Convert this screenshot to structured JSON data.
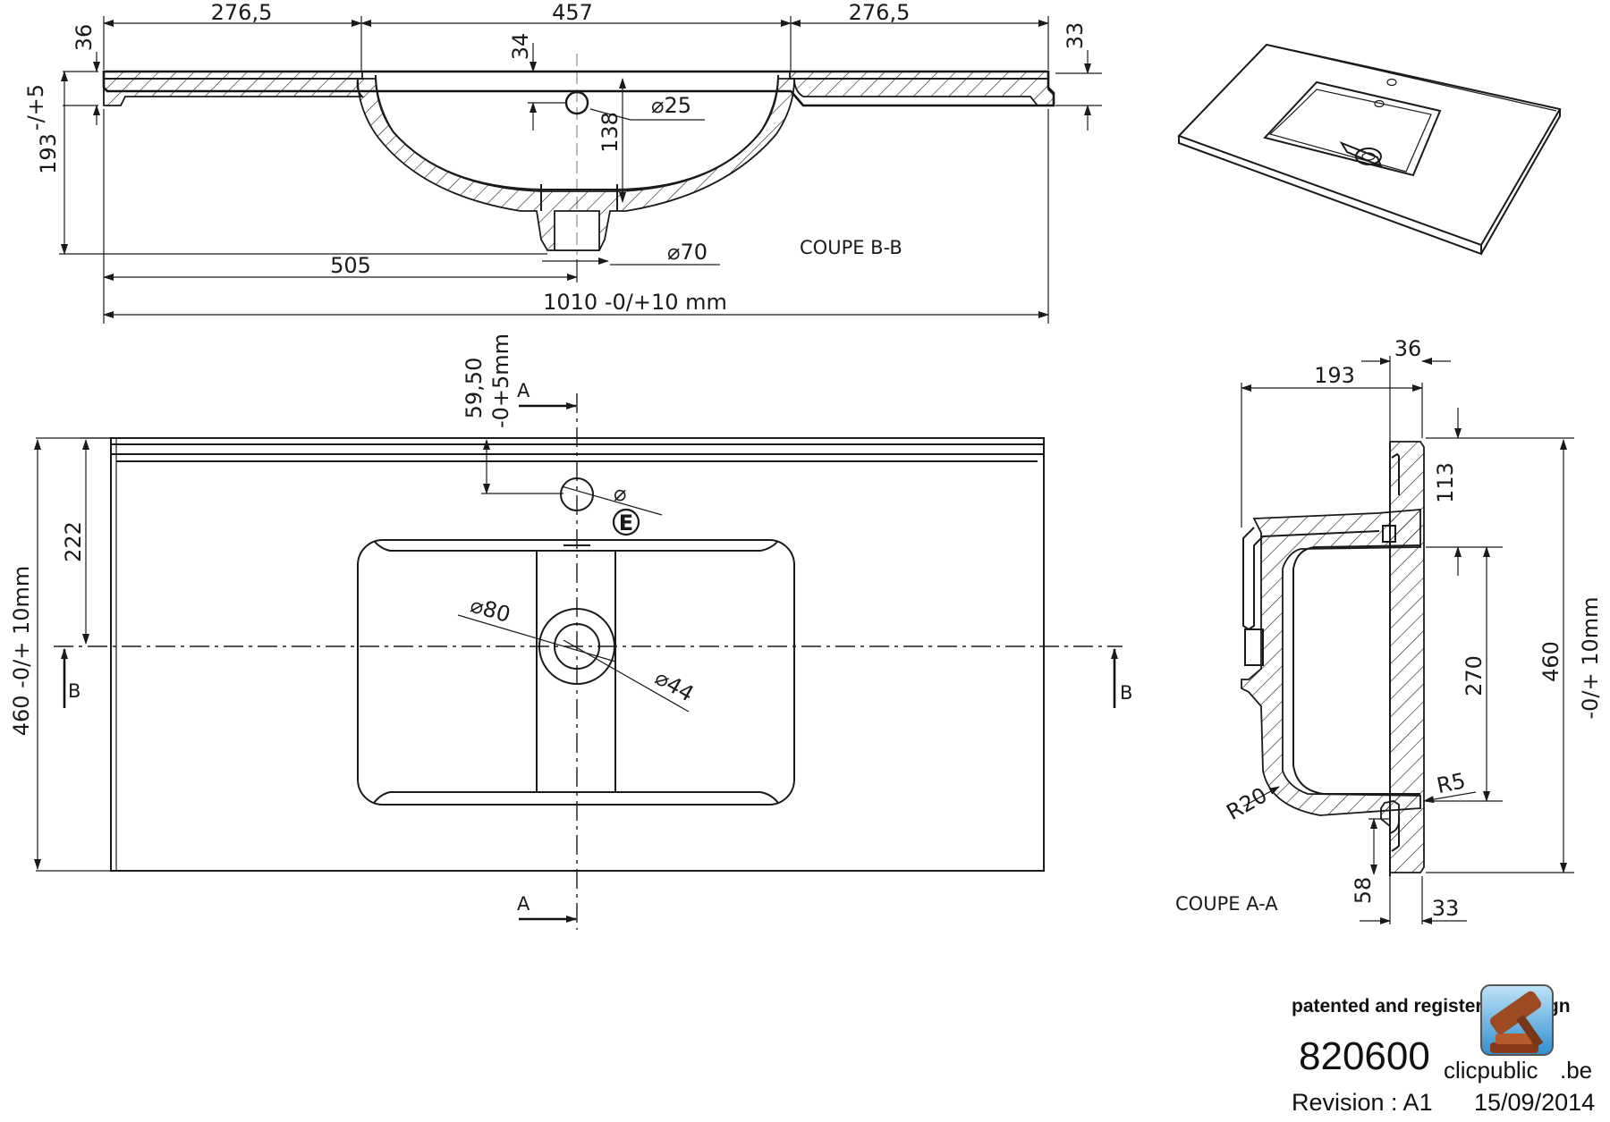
{
  "section_bb": {
    "title": "COUPE B-B",
    "dim_left_top": "276,5",
    "dim_mid_top": "457",
    "dim_right_top": "276,5",
    "dim_left_36": "36",
    "dim_right_33": "33",
    "dim_tol_height": "-/+5",
    "dim_height_193": "193",
    "dim_34": "34",
    "dim_138": "138",
    "dim_d25": "⌀25",
    "dim_d70": "⌀70",
    "dim_505": "505",
    "dim_total": "1010 -0/+10 mm"
  },
  "top_view": {
    "dim_59_50": "59,50",
    "dim_tol_5": "-0+5mm",
    "section_a_top": "A",
    "section_a_bottom": "A",
    "section_b_left": "B",
    "section_b_right": "B",
    "dim_222": "222",
    "dim_460_tol": "460 -0/+ 10mm",
    "dim_tap_d": "⌀",
    "tap_label": "E",
    "dim_d80": "⌀80",
    "dim_d44": "⌀44"
  },
  "section_aa": {
    "title": "COUPE A-A",
    "dim_193": "193",
    "dim_36": "36",
    "dim_113": "113",
    "dim_270": "270",
    "dim_460": "460",
    "dim_tol": "-0/+ 10mm",
    "dim_r20": "R20",
    "dim_r5": "R5",
    "dim_58": "58",
    "dim_33": "33"
  },
  "title_block": {
    "note": "patented and registered design",
    "part_number": "820600",
    "revision": "Revision : A1",
    "date": "15/09/2014",
    "logo_text_main": "clicpublic",
    "logo_text_tld": ".be"
  }
}
